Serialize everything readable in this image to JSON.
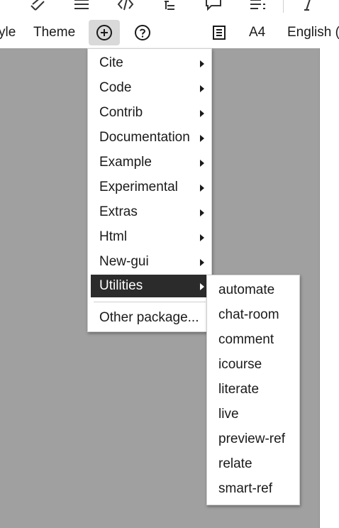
{
  "toolbar": {
    "style_label": "yle",
    "theme_label": "Theme",
    "page_size_label": "A4",
    "language_label": "English ("
  },
  "icons": {
    "top_strip": [
      "edit-icon",
      "menu-icon",
      "code-icon",
      "outline-icon",
      "comment-icon",
      "list-icon",
      "italic-icon"
    ],
    "add_package": "plus-circle-icon",
    "help": "question-circle-icon",
    "document": "document-icon"
  },
  "menu": {
    "items": [
      {
        "label": "Cite"
      },
      {
        "label": "Code"
      },
      {
        "label": "Contrib"
      },
      {
        "label": "Documentation"
      },
      {
        "label": "Example"
      },
      {
        "label": "Experimental"
      },
      {
        "label": "Extras"
      },
      {
        "label": "Html"
      },
      {
        "label": "New-gui"
      },
      {
        "label": "Utilities"
      }
    ],
    "highlighted": "Utilities",
    "other_label": "Other package..."
  },
  "submenu": {
    "items": [
      "automate",
      "chat-room",
      "comment",
      "icourse",
      "literate",
      "live",
      "preview-ref",
      "relate",
      "smart-ref"
    ]
  },
  "colors": {
    "editor_background": "#a0a0a0",
    "highlight": "#2b2b2b",
    "active_button": "#d9d9d9"
  }
}
